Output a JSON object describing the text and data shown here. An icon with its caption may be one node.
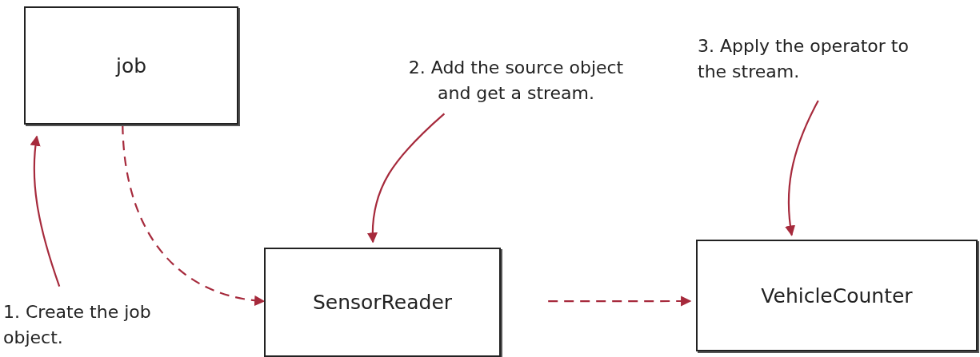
{
  "diagram": {
    "nodes": [
      {
        "text": [
          "job"
        ]
      },
      {
        "text": [
          "SensorReader"
        ]
      },
      {
        "text": [
          "VehicleCounter"
        ]
      },
      {
        "text": [
          "1. Create the job object."
        ]
      },
      {
        "text": [
          "2. Add the source object and get a stream."
        ]
      },
      {
        "text": [
          "3. Apply the operator to the stream."
        ]
      }
    ],
    "edges": [
      {
        "from": 0,
        "to": 1,
        "arrow": "to",
        "style": "dashed"
      },
      {
        "from": 1,
        "to": 2,
        "arrow": "to",
        "style": "dashed"
      },
      {
        "from": 3,
        "to": 0,
        "arrow": "to"
      },
      {
        "from": 4,
        "to": 1,
        "arrow": "to"
      },
      {
        "from": 5,
        "to": 2,
        "arrow": "to"
      }
    ]
  }
}
